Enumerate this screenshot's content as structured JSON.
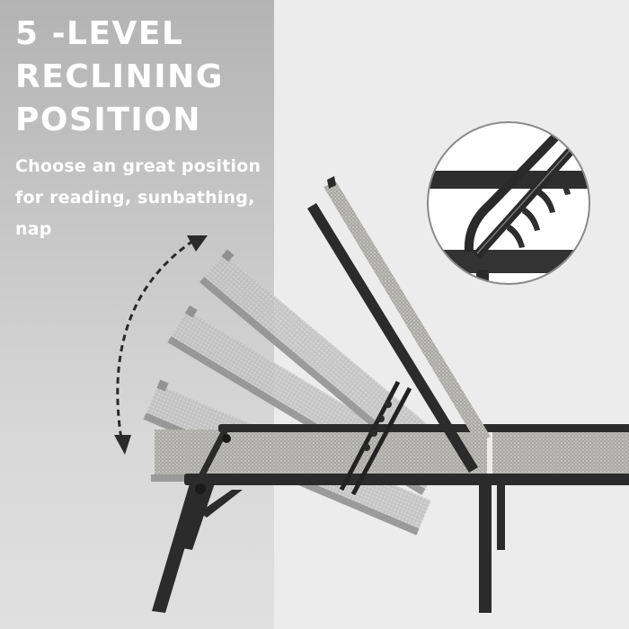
{
  "headline": {
    "lines": [
      "5 -LEVEL",
      "RECLINING",
      "POSITION"
    ]
  },
  "description": {
    "lines": [
      "Choose an great position",
      "for reading, sunbathing,",
      "nap"
    ]
  },
  "product": {
    "name": "chaise-lounge-chair",
    "recline_levels": 5
  },
  "icons": {
    "adjustment_arrow": "curved-double-arrow",
    "detail_callout": "ratchet-detail-circle"
  },
  "colors": {
    "left_panel_top": "#b3b3b3",
    "left_panel_bottom": "#e0e0e0",
    "right_panel": "#ececec",
    "frame": "#2b2b2b",
    "fabric": "#a8a6a2",
    "text": "#ffffff"
  }
}
